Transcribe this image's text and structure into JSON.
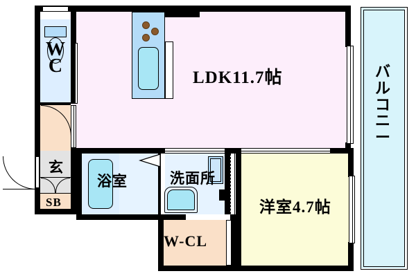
{
  "plan": {
    "title": "apartment-floor-plan",
    "colors": {
      "ldk_fill": "#fdeefb",
      "bedroom_fill": "#fcfcd8",
      "balcony_fill": "#d8f4fb",
      "water_fill": "#ddeeff",
      "fixture_fill": "#b4dcf8",
      "tub_fill": "#a8e6f5",
      "closet_fill": "#fae0c8",
      "entrance_fill": "#e3e3e3",
      "wall": "#000000",
      "burner": "#8a5a2b"
    },
    "rooms": [
      {
        "id": "ldk",
        "label": "LDK11.7帖",
        "type": "living-dining-kitchen"
      },
      {
        "id": "bedroom",
        "label": "洋室4.7帖",
        "type": "western-style-room"
      },
      {
        "id": "balcony",
        "label": "バルコニー",
        "type": "balcony",
        "orientation": "vertical"
      },
      {
        "id": "bath",
        "label": "浴室",
        "type": "bathroom"
      },
      {
        "id": "washroom",
        "label": "洗面所",
        "type": "washroom"
      },
      {
        "id": "toilet",
        "label": "WC",
        "type": "water-closet"
      },
      {
        "id": "entrance",
        "label": "玄",
        "type": "entrance"
      },
      {
        "id": "shoebox",
        "label": "SB",
        "type": "shoe-box"
      },
      {
        "id": "closet",
        "label": "W-CL",
        "type": "walk-in-closet"
      }
    ],
    "balcony_chars": [
      "バ",
      "ル",
      "コ",
      "ニ",
      "ー"
    ],
    "fixtures": {
      "kitchen_burners": 3,
      "kitchen_sink": "sink",
      "bath_tub": "bathtub",
      "wash_basin": "wash-basin",
      "wash_mirror": "mirror-cabinet",
      "toilet_bowl": "toilet",
      "toilet_tank": "toilet-tank"
    }
  }
}
